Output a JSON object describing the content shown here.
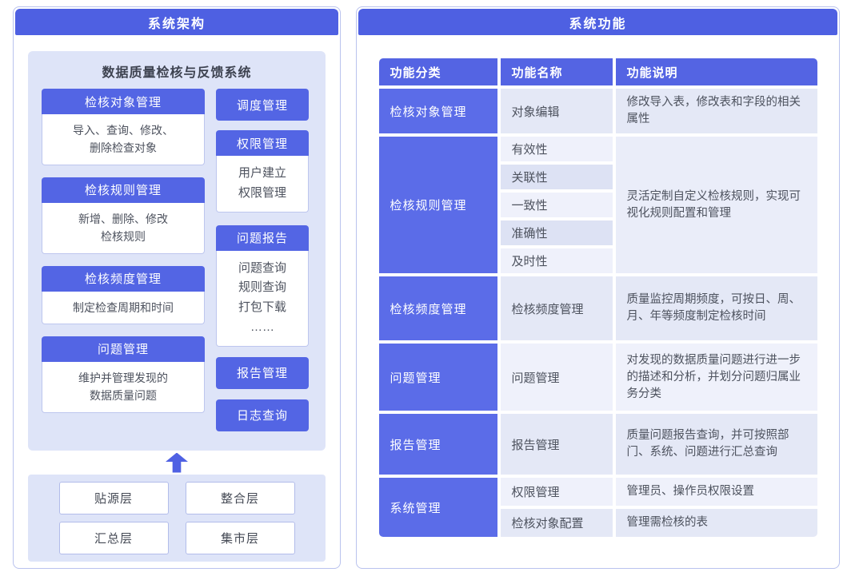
{
  "left_panel": {
    "title": "系统架构",
    "system_title": "数据质量检核与反馈系统",
    "modules_left": [
      {
        "header": "检核对象管理",
        "lines": [
          "导入、查询、修改、",
          "删除检查对象"
        ]
      },
      {
        "header": "检核规则管理",
        "lines": [
          "新增、删除、修改",
          "检核规则"
        ]
      },
      {
        "header": "检核频度管理",
        "lines": [
          "制定检查周期和时间"
        ]
      },
      {
        "header": "问题管理",
        "lines": [
          "维护并管理发现的",
          "数据质量问题"
        ]
      }
    ],
    "scheduling_box": "调度管理",
    "permission_module": {
      "header": "权限管理",
      "lines": [
        "用户建立",
        "权限管理"
      ]
    },
    "issue_report_module": {
      "header": "问题报告",
      "lines": [
        "问题查询",
        "规则查询",
        "打包下载",
        "……"
      ]
    },
    "report_box": "报告管理",
    "log_box": "日志查询",
    "layers": [
      "贴源层",
      "整合层",
      "汇总层",
      "集市层"
    ]
  },
  "right_panel": {
    "title": "系统功能",
    "table": {
      "headers": [
        "功能分类",
        "功能名称",
        "功能说明"
      ],
      "groups": [
        {
          "category": "检核对象管理",
          "rows": [
            {
              "name": "对象编辑",
              "desc": "修改导入表，修改表和字段的相关属性"
            }
          ]
        },
        {
          "category": "检核规则管理",
          "desc": "灵活定制自定义检核规则，实现可视化规则配置和管理",
          "rows": [
            {
              "name": "有效性"
            },
            {
              "name": "关联性"
            },
            {
              "name": "一致性"
            },
            {
              "name": "准确性"
            },
            {
              "name": "及时性"
            }
          ]
        },
        {
          "category": "检核频度管理",
          "rows": [
            {
              "name": "检核频度管理",
              "desc": "质量监控周期频度，可按日、周、月、年等频度制定检核时间"
            }
          ]
        },
        {
          "category": "问题管理",
          "rows": [
            {
              "name": "问题管理",
              "desc": "对发现的数据质量问题进行进一步的描述和分析，并划分问题归属业务分类"
            }
          ]
        },
        {
          "category": "报告管理",
          "rows": [
            {
              "name": "报告管理",
              "desc": "质量问题报告查询，并可按照部门、系统、问题进行汇总查询"
            }
          ]
        },
        {
          "category": "系统管理",
          "rows": [
            {
              "name": "权限管理",
              "desc": "管理员、操作员权限设置"
            },
            {
              "name": "检核对象配置",
              "desc": "管理需检核的表"
            }
          ]
        }
      ]
    }
  },
  "colors": {
    "primary_blue": "#4f61e3",
    "category_blue": "#5b6ce8",
    "panel_lavender": "#dee4f8",
    "stripe_light": "#eff1fb",
    "stripe_dark": "#dde2f4"
  }
}
